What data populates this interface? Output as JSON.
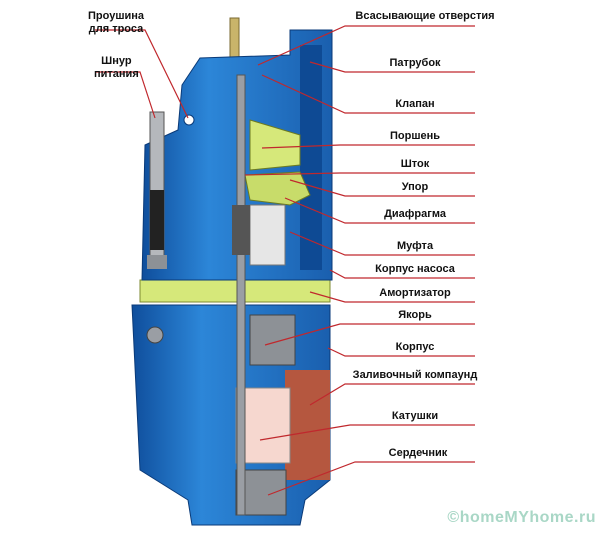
{
  "left_labels": [
    "Проушина для троса",
    "Шнур питания"
  ],
  "left_label_lines": [
    [
      "Проушина",
      "для троса"
    ],
    [
      "Шнур",
      "питания"
    ]
  ],
  "right_labels": [
    "Всасывающие отверстия",
    "Патрубок",
    "Клапан",
    "Поршень",
    "Шток",
    "Упор",
    "Диафрагма",
    "Муфта",
    "Корпус насоса",
    "Амортизатор",
    "Якорь",
    "Корпус",
    "Заливочный компаунд",
    "Катушки",
    "Сердечник"
  ],
  "watermark": "©homeMYhome.ru",
  "colors": {
    "body": "#1f6fc4",
    "leader": "#c0282d",
    "band": "#d6e87a",
    "coil": "#f6d7cf",
    "compound": "#b5573f",
    "watermark": "#a9d7c6"
  }
}
